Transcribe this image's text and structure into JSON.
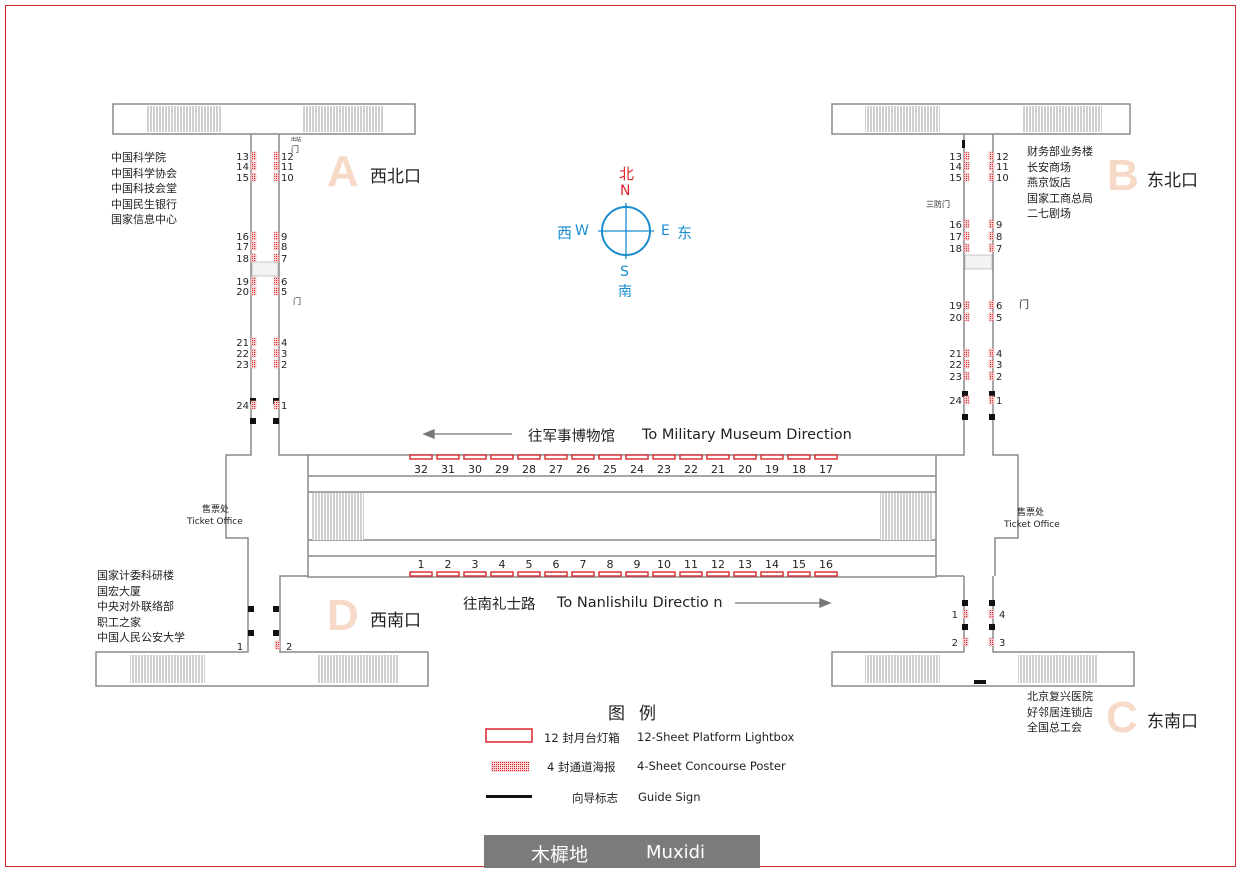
{
  "station": {
    "name_cn": "木樨地",
    "name_en": "Muxidi"
  },
  "compass": {
    "north_cn": "北",
    "north_en": "N",
    "south_en": "S",
    "south_cn": "南",
    "west_cn": "西",
    "west_en": "W",
    "east_en": "E",
    "east_cn": "东",
    "colors": {
      "north": "#d9262c",
      "ring": "#1a8ccf"
    }
  },
  "exits": {
    "A": {
      "letter": "A",
      "name": "西北口",
      "landmarks": [
        "中国科学院",
        "中国科学协会",
        "中国科技会堂",
        "中国民生银行",
        "国家信息中心"
      ]
    },
    "B": {
      "letter": "B",
      "name": "东北口",
      "landmarks": [
        "财务部业务楼",
        "长安商场",
        "燕京饭店",
        "国家工商总局",
        "二七剧场"
      ]
    },
    "C": {
      "letter": "C",
      "name": "东南口",
      "landmarks": [
        "北京复兴医院",
        "好邻居连锁店",
        "全国总工会"
      ]
    },
    "D": {
      "letter": "D",
      "name": "西南口",
      "landmarks": [
        "国家计委科研楼",
        "国宏大厦",
        "中央对外联络部",
        "职工之家",
        "中国人民公安大学"
      ]
    }
  },
  "ticket_office": {
    "cn": "售票处",
    "en": "Ticket Office"
  },
  "door_labels": {
    "door": "门",
    "door_small": "出站",
    "fire_door": "三防门"
  },
  "directions": {
    "north_cn": "往军事博物馆",
    "north_en": "To Military Museum  Direction",
    "south_cn": "往南礼士路",
    "south_en": "To Nanlishilu Directio  n"
  },
  "platform_top_labels": [
    "32",
    "31",
    "30",
    "29",
    "28",
    "27",
    "26",
    "25",
    "24",
    "23",
    "22",
    "21",
    "20",
    "19",
    "18",
    "17"
  ],
  "platform_bottom_labels": [
    "1",
    "2",
    "3",
    "4",
    "5",
    "6",
    "7",
    "8",
    "9",
    "10",
    "11",
    "12",
    "13",
    "14",
    "15",
    "16"
  ],
  "corridor_a": {
    "left": [
      "13",
      "14",
      "15",
      "16",
      "17",
      "18",
      "19",
      "20",
      "21",
      "22",
      "23",
      "24"
    ],
    "right": [
      "12",
      "11",
      "10",
      "9",
      "8",
      "7",
      "6",
      "5",
      "4",
      "3",
      "2",
      "1"
    ]
  },
  "corridor_b": {
    "left": [
      "13",
      "14",
      "15",
      "16",
      "17",
      "18",
      "19",
      "20",
      "21",
      "22",
      "23",
      "24"
    ],
    "right": [
      "12",
      "11",
      "10",
      "9",
      "8",
      "7",
      "6",
      "5",
      "4",
      "3",
      "2",
      "1"
    ]
  },
  "corridor_c": {
    "left": [
      "1",
      "2"
    ],
    "right": [
      "4",
      "3"
    ]
  },
  "corridor_d": {
    "left": [
      "1"
    ],
    "right": [
      "2"
    ]
  },
  "legend": {
    "title": "图例",
    "items": [
      {
        "symbol": "lightbox",
        "cn": "12 封月台灯箱",
        "en": "12-Sheet Platform Lightbox"
      },
      {
        "symbol": "poster",
        "cn": "4 封通道海报",
        "en": "4-Sheet  Concourse Poster"
      },
      {
        "symbol": "guide",
        "cn": "向导标志",
        "en": "Guide Sign"
      }
    ],
    "colors": {
      "lightbox": "#d9262c",
      "poster": "#e9a3a6",
      "guide": "#111111"
    }
  }
}
